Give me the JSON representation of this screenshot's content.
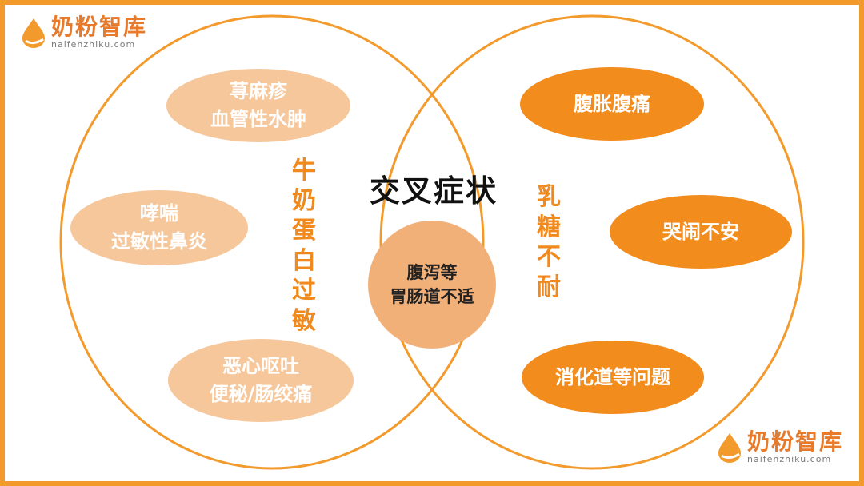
{
  "brand": {
    "cn": "奶粉智库",
    "en": "naifenzhiku.com",
    "color": "#e77a2b"
  },
  "title": "交叉症状",
  "left_label": "牛奶蛋白过敏",
  "right_label": "乳糖不耐",
  "left_symptoms": [
    "荨麻疹\n血管性水肿",
    "哮喘\n过敏性鼻炎",
    "恶心呕吐\n便秘/肠绞痛"
  ],
  "right_symptoms": [
    "腹胀腹痛",
    "哭闹不安",
    "消化道等问题"
  ],
  "shared_symptom": "腹泻等\n胃肠道不适",
  "colors": {
    "frame": "#f39a2c",
    "light": "#f6c79a",
    "dark": "#f28c1d",
    "center": "#f2b079"
  }
}
